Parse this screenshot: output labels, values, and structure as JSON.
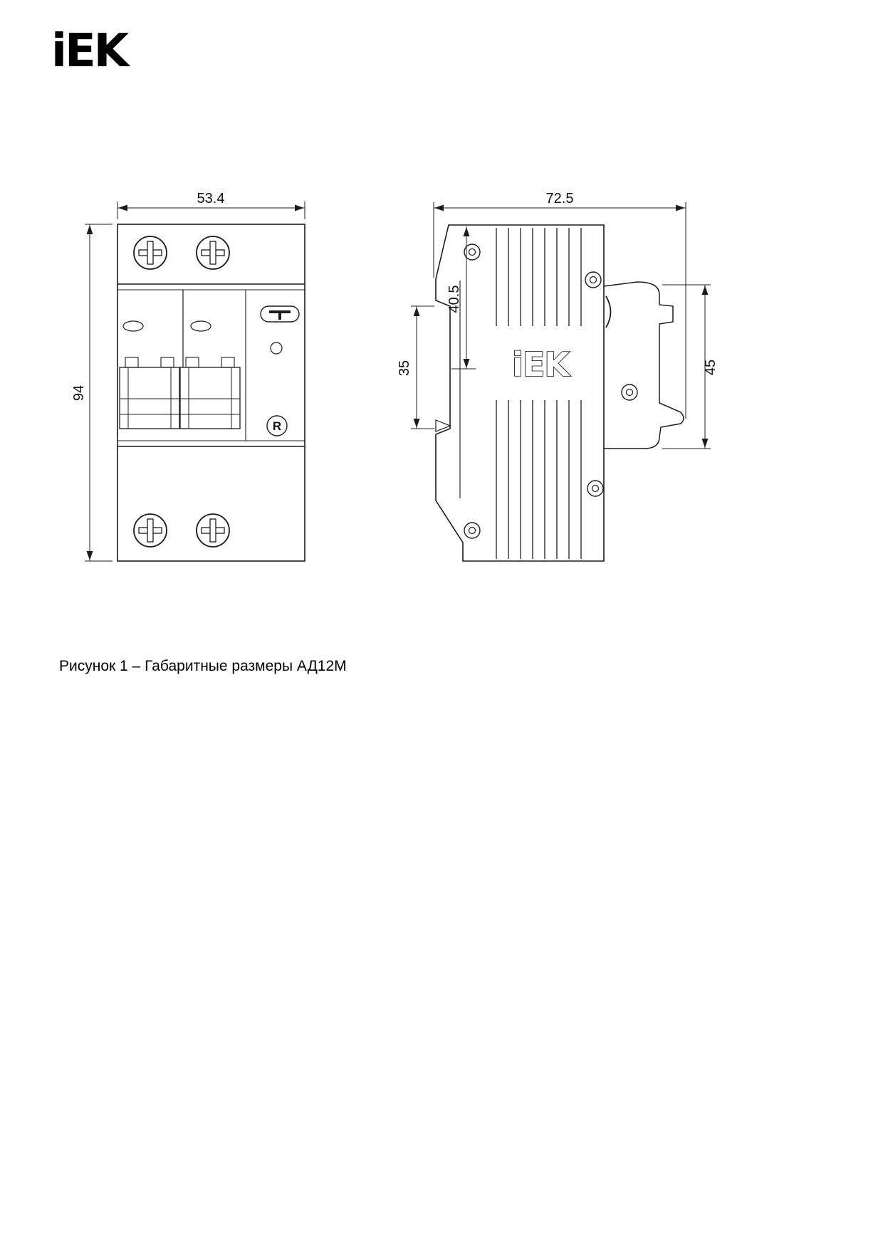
{
  "page": {
    "logo_text": "iEK",
    "caption": "Рисунок 1 – Габаритные размеры АД12М"
  },
  "front_view": {
    "width_mm": "53.4",
    "height_mm": "94",
    "reset_button_label": "R"
  },
  "side_view": {
    "depth_mm": "72.5",
    "top_to_rail_mm": "40.5",
    "rail_recess_mm": "35",
    "front_panel_mm": "45",
    "logo_text": "iEK"
  }
}
